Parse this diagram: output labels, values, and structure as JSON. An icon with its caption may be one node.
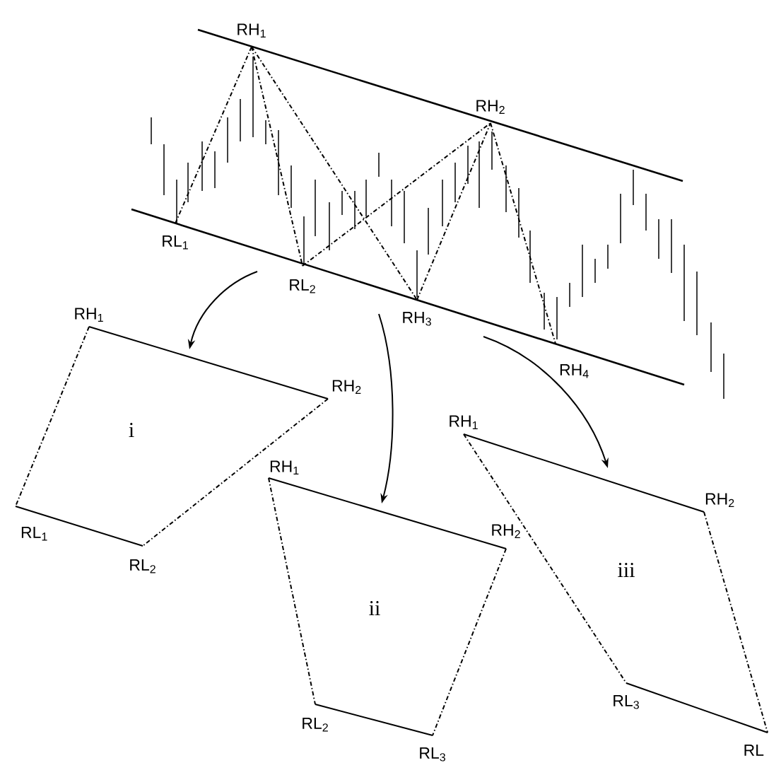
{
  "diagram": {
    "nodes": [
      {
        "text": [
          "RH$_{1}$"
        ]
      },
      {
        "text": [
          "RL$_{1}$"
        ]
      },
      {
        "text": [
          "RL$_{2}$"
        ]
      },
      {
        "text": [
          "RH$_{3}$"
        ]
      },
      {
        "text": [
          "RH$_{2}$"
        ]
      },
      {
        "text": [
          "RH$_{4}$"
        ]
      },
      {
        "text": [
          "RH$_{1}$"
        ]
      },
      {
        "text": [
          "RH$_{2}$"
        ]
      },
      {
        "text": [
          "RL$_{1}$"
        ]
      },
      {
        "text": [
          "RL$_{2}$"
        ]
      },
      {
        "text": [
          "RH$_{1}$"
        ]
      },
      {
        "text": [
          "RH$_{2}$"
        ]
      },
      {
        "text": [
          "RL$_{2}$"
        ]
      },
      {
        "text": [
          "RL$_{3}$"
        ]
      },
      {
        "text": [
          "RH$_{1}$"
        ]
      },
      {
        "text": [
          "RH$_{2}$"
        ]
      },
      {
        "text": [
          "RL$_{3}$"
        ]
      },
      {
        "text": [
          "RL"
        ]
      }
    ],
    "edges": [
      {
        "from": 1,
        "to": 0,
        "arrow": "none",
        "style": "dashed"
      },
      {
        "from": 0,
        "to": 2,
        "arrow": "none",
        "style": "dashed"
      },
      {
        "from": 0,
        "to": 3,
        "arrow": "none",
        "style": "dashed"
      },
      {
        "from": 2,
        "to": 4,
        "arrow": "none",
        "style": "dashed"
      },
      {
        "from": 3,
        "to": 4,
        "arrow": "none",
        "style": "dashed"
      },
      {
        "from": 4,
        "to": 5,
        "arrow": "none",
        "style": "dashed"
      },
      {
        "from": 6,
        "to": 7,
        "arrow": "none"
      },
      {
        "from": 6,
        "to": 8,
        "arrow": "none",
        "style": "dashed"
      },
      {
        "from": 7,
        "to": 9,
        "arrow": "none",
        "style": "dashed"
      },
      {
        "from": 8,
        "to": 9,
        "arrow": "none"
      },
      {
        "from": 10,
        "to": 11,
        "arrow": "none"
      },
      {
        "from": 10,
        "to": 12,
        "arrow": "none",
        "style": "dashed"
      },
      {
        "from": 11,
        "to": 13,
        "arrow": "none",
        "style": "dashed"
      },
      {
        "from": 12,
        "to": 13,
        "arrow": "none"
      },
      {
        "from": 14,
        "to": 15,
        "arrow": "none"
      },
      {
        "from": 14,
        "to": 16,
        "arrow": "none",
        "style": "dashed"
      },
      {
        "from": 15,
        "to": 17,
        "arrow": "none",
        "style": "dashed"
      },
      {
        "from": 16,
        "to": 17,
        "arrow": "none"
      }
    ],
    "labels": [
      "i",
      "ii",
      "iii"
    ]
  }
}
